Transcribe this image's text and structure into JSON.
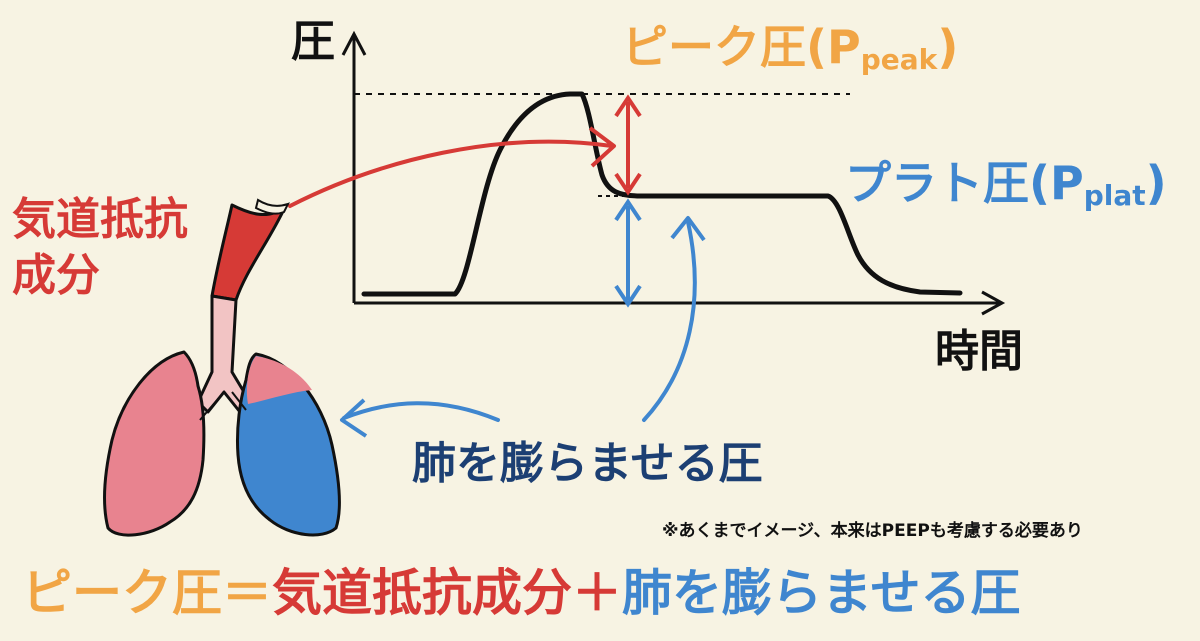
{
  "axes": {
    "y_label": "圧",
    "x_label": "時間"
  },
  "labels": {
    "peak_main": "ピーク圧(P",
    "peak_sub": "peak",
    "peak_close": ")",
    "plat_main": "プラト圧(P",
    "plat_sub": "plat",
    "plat_close": ")",
    "airway_resistance": "気道抵抗成分",
    "lung_inflation": "肺を膨らませる圧",
    "note": "※あくまでイメージ、本来はPEEPも考慮する必要あり"
  },
  "formula": {
    "peak": "ピーク圧",
    "equals": "＝",
    "airway": "気道抵抗成分",
    "plus": "＋",
    "inflate": "肺を膨らませる圧"
  },
  "colors": {
    "background": "#f7f3e3",
    "peak_orange": "#f1a545",
    "airway_red": "#d63a36",
    "lung_blue": "#3f86cf",
    "lung_pink": "#e8838f",
    "text_dark": "#111111"
  },
  "icons": {
    "lungs": "lungs-icon",
    "trachea": "trachea-icon"
  }
}
